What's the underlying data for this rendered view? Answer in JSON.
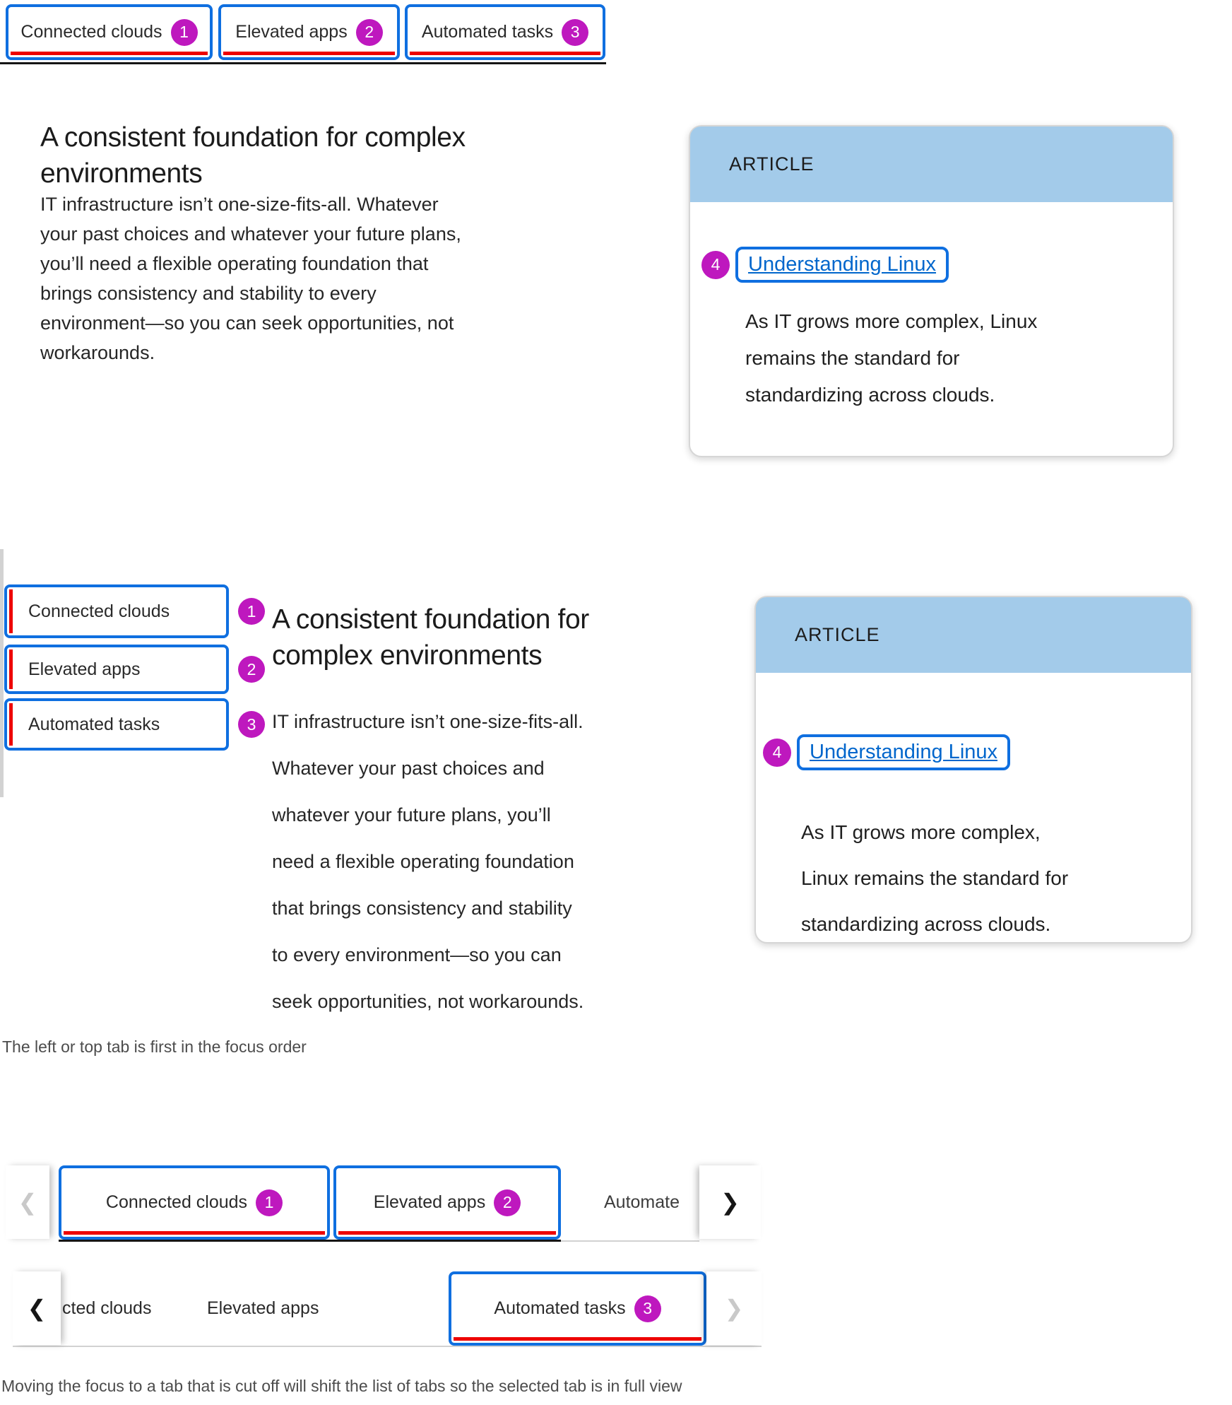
{
  "colors": {
    "focus_blue": "#0F6FE0",
    "active_tab_red": "#EE0000",
    "annotation_magenta": "#BE18BE",
    "card_header_blue": "#A3CBEA",
    "link_blue": "#0066CC"
  },
  "top_tab_bar": {
    "tabs": [
      {
        "label": "Connected clouds",
        "focus_order": "1"
      },
      {
        "label": "Elevated apps",
        "focus_order": "2"
      },
      {
        "label": "Automated tasks",
        "focus_order": "3"
      }
    ]
  },
  "section1": {
    "heading_lines": [
      "A consistent foundation for complex",
      "environments"
    ],
    "paragraph_lines": [
      "IT infrastructure isn’t one-size-fits-all. Whatever",
      "your past choices and whatever your future plans,",
      "you’ll need a flexible operating foundation that",
      "brings consistency and stability to every",
      "environment—so you can seek opportunities, not",
      "workarounds."
    ],
    "card": {
      "eyebrow": "ARTICLE",
      "focus_order": "4",
      "link_label": "Understanding Linux",
      "body_lines": [
        "As IT grows more complex, Linux",
        "remains the standard for",
        "standardizing across clouds."
      ]
    }
  },
  "section2": {
    "tabs": [
      {
        "label": "Connected clouds",
        "focus_order": "1"
      },
      {
        "label": "Elevated apps",
        "focus_order": "2"
      },
      {
        "label": "Automated tasks",
        "focus_order": "3"
      }
    ],
    "heading_lines": [
      "A consistent foundation for",
      "complex environments"
    ],
    "paragraph_lines": [
      "IT infrastructure isn’t one-size-fits-all.",
      "Whatever your past choices and",
      "whatever your future plans, you’ll",
      "need a flexible operating foundation",
      "that brings consistency and stability",
      "to every environment—so you can",
      "seek opportunities, not workarounds."
    ],
    "card": {
      "eyebrow": "ARTICLE",
      "focus_order": "4",
      "link_label": "Understanding Linux",
      "body_lines": [
        "As IT grows more complex,",
        "Linux remains the standard for",
        "standardizing across clouds."
      ]
    }
  },
  "captions": {
    "focus_order": "The left or top tab is first in the focus order",
    "overflow": "Moving the focus to a tab that is cut off will shift the list of tabs so the selected tab is in full view"
  },
  "overflow_top_row": {
    "scroll_left_icon": "❮",
    "scroll_right_icon": "❯",
    "tabs": [
      {
        "label": "Connected clouds",
        "focus_order": "1"
      },
      {
        "label": "Elevated apps",
        "focus_order": "2"
      }
    ],
    "cut_tab_label": "Automate"
  },
  "overflow_bottom_row": {
    "scroll_left_icon": "❮",
    "scroll_right_icon": "❯",
    "cut_tab_label": "cted clouds",
    "plain_tab_label": "Elevated apps",
    "focused_tab": {
      "label": "Automated tasks",
      "focus_order": "3"
    }
  }
}
